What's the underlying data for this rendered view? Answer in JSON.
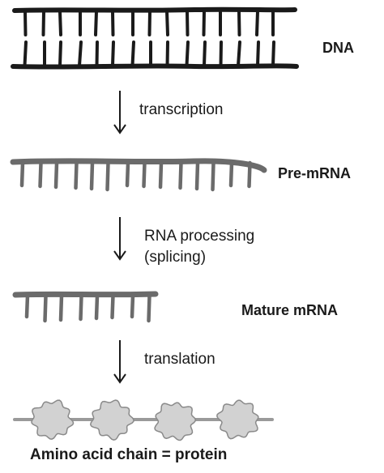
{
  "stages": {
    "dna": "DNA",
    "pre_mrna": "Pre-mRNA",
    "mature_mrna": "Mature mRNA",
    "protein": "Amino acid chain = protein"
  },
  "steps": {
    "transcription": "transcription",
    "processing_line1": "RNA processing",
    "processing_line2": "(splicing)",
    "translation": "translation"
  },
  "colors": {
    "dna": "#1a1a1a",
    "rna": "#6b6b6b",
    "arrow": "#1a1a1a",
    "protein_fill": "#d2d2d2",
    "protein_stroke": "#8a8a8a",
    "text": "#1a1a1a"
  }
}
